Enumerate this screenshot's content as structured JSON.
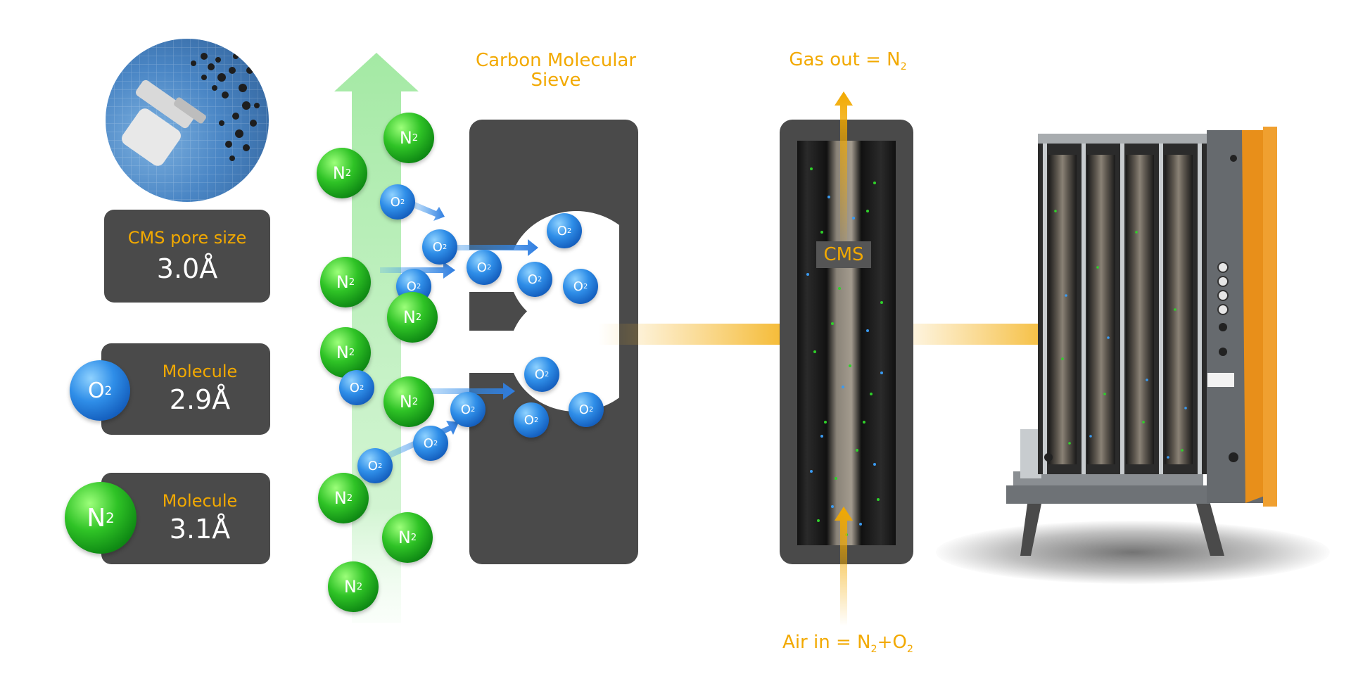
{
  "cards": {
    "pore": {
      "title": "CMS pore size",
      "value": "3.0Å"
    },
    "o2": {
      "title": "Molecule",
      "value": "2.9Å"
    },
    "n2": {
      "title": "Molecule",
      "value": "3.1Å"
    }
  },
  "sieve_title_line1": "Carbon Molecular",
  "sieve_title_line2": "Sieve",
  "gas_out": {
    "prefix": "Gas out = N",
    "sub": "2"
  },
  "air_in": {
    "prefix": "Air in = N",
    "sub1": "2",
    "mid": "+O",
    "sub2": "2"
  },
  "cms_label": "CMS",
  "molecules": {
    "n": "N",
    "o": "O",
    "sub": "2"
  },
  "colors": {
    "accent_orange": "#f2a900",
    "dark_panel": "#4a4a4a",
    "n2_green": "#2fc326",
    "o2_blue": "#2f8ee8",
    "flow_green": "#9fe89f"
  }
}
